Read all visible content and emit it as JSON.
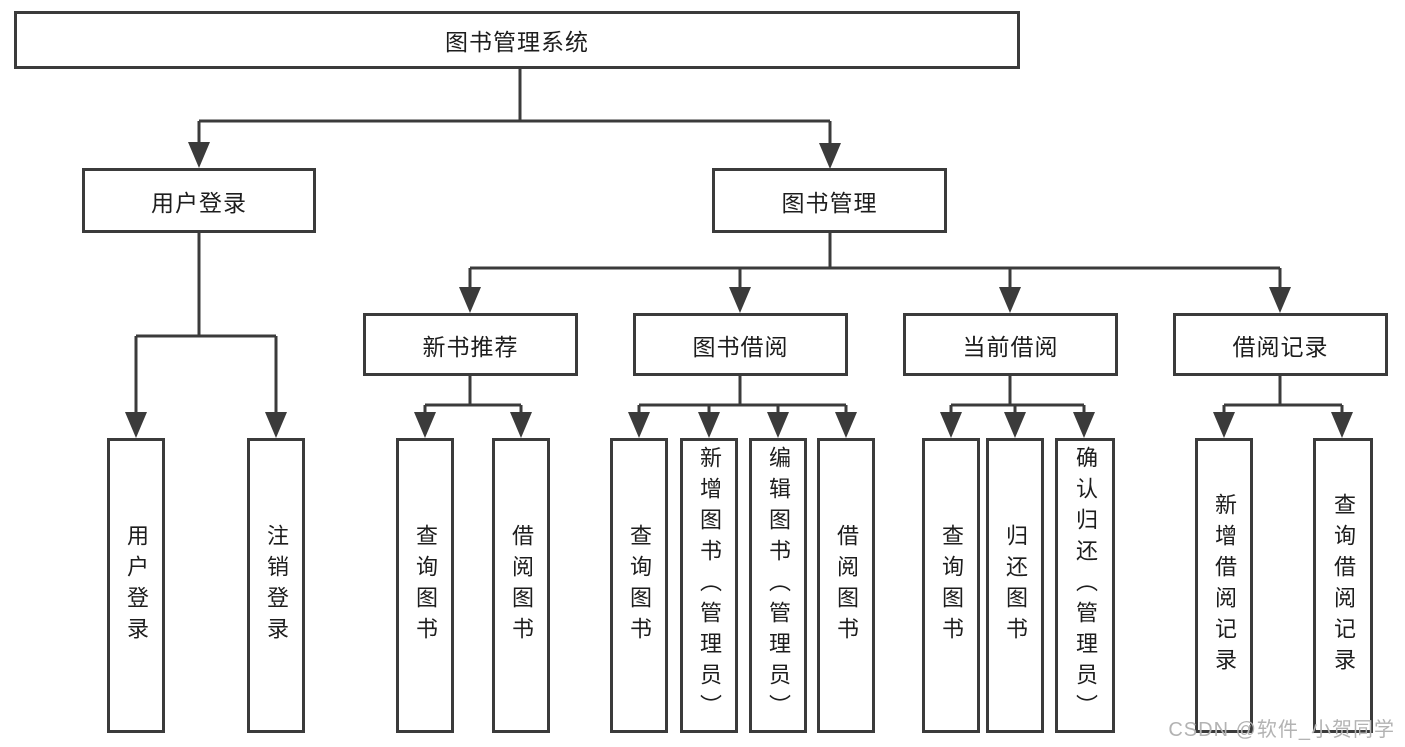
{
  "diagram": {
    "root": {
      "label": "图书管理系统"
    },
    "level2": [
      {
        "label": "用户登录"
      },
      {
        "label": "图书管理"
      }
    ],
    "level3": [
      {
        "label": "新书推荐"
      },
      {
        "label": "图书借阅"
      },
      {
        "label": "当前借阅"
      },
      {
        "label": "借阅记录"
      }
    ],
    "leaf_groups": [
      {
        "parent": "用户登录",
        "items": [
          "用户登录",
          "注销登录"
        ]
      },
      {
        "parent": "新书推荐",
        "items": [
          "查询图书",
          "借阅图书"
        ]
      },
      {
        "parent": "图书借阅",
        "items": [
          "查询图书",
          "新增图书（管理员）",
          "编辑图书（管理员）",
          "借阅图书"
        ]
      },
      {
        "parent": "当前借阅",
        "items": [
          "查询图书",
          "归还图书",
          "确认归还（管理员）"
        ]
      },
      {
        "parent": "借阅记录",
        "items": [
          "新增借阅记录",
          "查询借阅记录"
        ]
      }
    ]
  },
  "watermark": {
    "text": "CSDN @软件_小贺同学"
  },
  "colors": {
    "line": "#3b3b3b",
    "text": "#1d1d1d",
    "watermark": "#b3b3b3",
    "background": "#ffffff"
  }
}
